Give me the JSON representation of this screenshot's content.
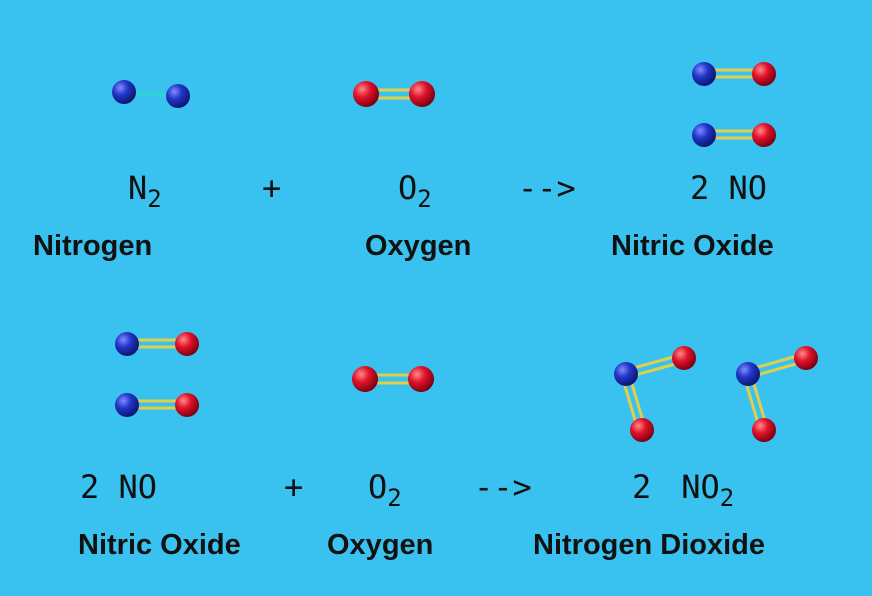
{
  "colors": {
    "background": "#39c2f0",
    "nitrogen_atom": "#2236c8",
    "oxygen_atom": "#e0122a",
    "bond_single": "#2fd0d8",
    "bond_double": "#e0cf4a"
  },
  "reaction1": {
    "n2": {
      "symbol": "N",
      "subscript": "2",
      "name": "Nitrogen"
    },
    "plus": "+",
    "o2": {
      "symbol": "O",
      "subscript": "2",
      "name": "Oxygen"
    },
    "arrow": "-->",
    "product": {
      "formula": "2 NO",
      "name": "Nitric Oxide"
    }
  },
  "reaction2": {
    "reactant": {
      "formula": "2 NO",
      "name": "Nitric Oxide"
    },
    "plus": "+",
    "o2": {
      "symbol": "O",
      "subscript": "2",
      "name": "Oxygen"
    },
    "arrow": "-->",
    "product": {
      "coefficient": "2",
      "symbol": "NO",
      "subscript": "2",
      "name": "Nitrogen Dioxide"
    }
  }
}
